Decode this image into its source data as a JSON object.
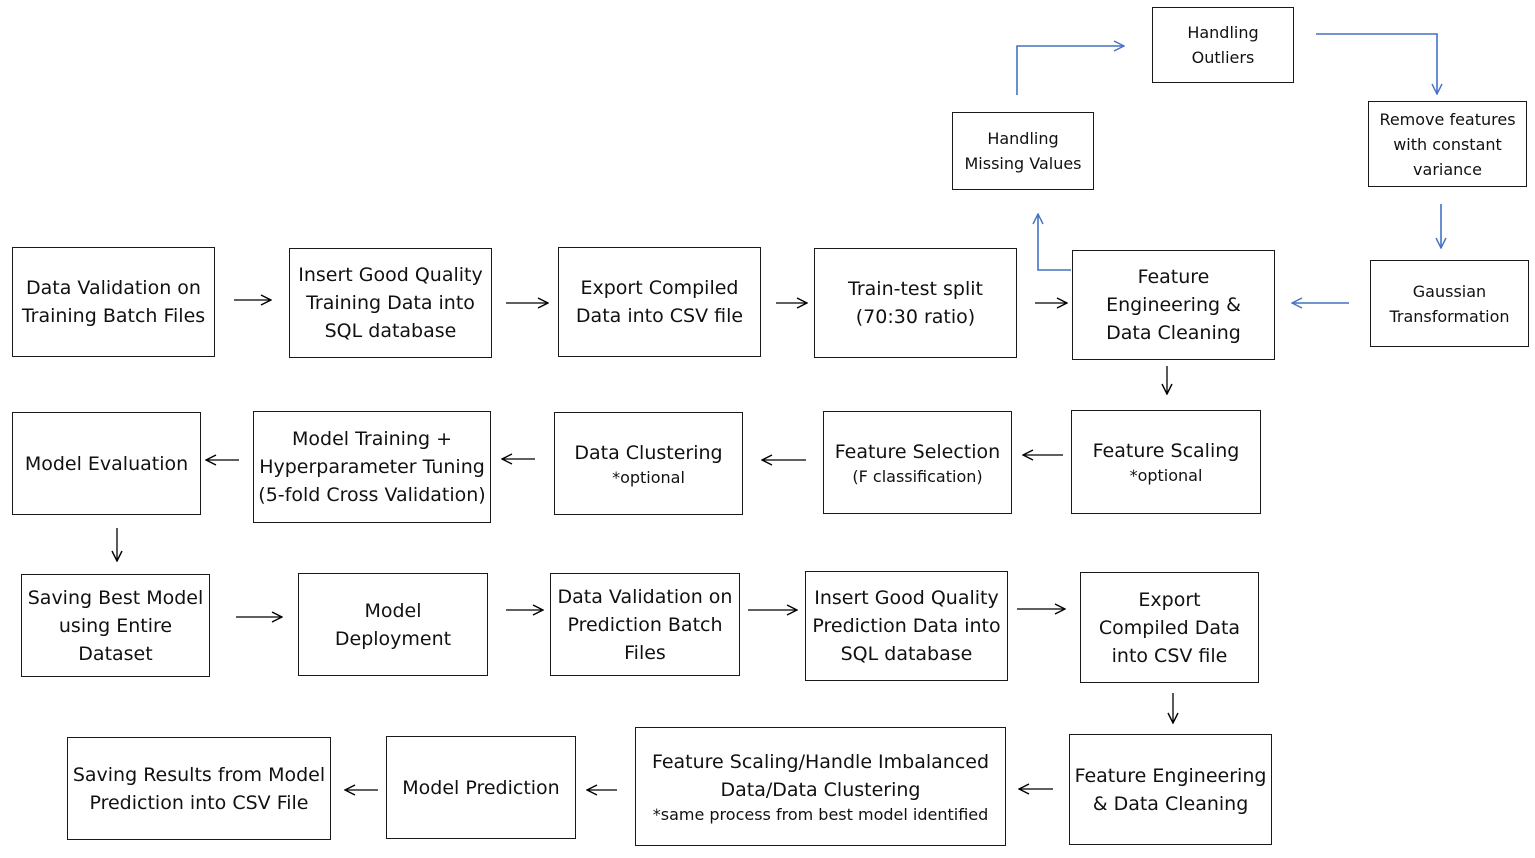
{
  "nodes": [
    {
      "id": "n1",
      "main": "Data Validation on\nTraining Batch Files",
      "sub": ""
    },
    {
      "id": "n2",
      "main": "Insert Good Quality\nTraining Data into\nSQL database",
      "sub": ""
    },
    {
      "id": "n3",
      "main": "Export Compiled\nData into CSV file",
      "sub": ""
    },
    {
      "id": "n4",
      "main": "Train-test split\n(70:30 ratio)",
      "sub": ""
    },
    {
      "id": "n5",
      "main": "Feature\nEngineering &\nData Cleaning",
      "sub": ""
    },
    {
      "id": "n6",
      "main": "Gaussian\nTransformation",
      "sub": ""
    },
    {
      "id": "n7",
      "main": "Handling\nMissing Values",
      "sub": ""
    },
    {
      "id": "n8",
      "main": "Handling\nOutliers",
      "sub": ""
    },
    {
      "id": "n9",
      "main": "Remove features\nwith constant\nvariance",
      "sub": ""
    },
    {
      "id": "n10",
      "main": "Feature Scaling",
      "sub": "*optional"
    },
    {
      "id": "n11",
      "main": "Feature Selection",
      "sub": "(F classification)"
    },
    {
      "id": "n12",
      "main": "Data Clustering",
      "sub": "*optional"
    },
    {
      "id": "n13",
      "main": "Model Training +\nHyperparameter Tuning\n(5-fold Cross Validation)",
      "sub": ""
    },
    {
      "id": "n14",
      "main": "Model Evaluation",
      "sub": ""
    },
    {
      "id": "n15",
      "main": "Saving Best Model\nusing Entire\nDataset",
      "sub": ""
    },
    {
      "id": "n16",
      "main": "Model\nDeployment",
      "sub": ""
    },
    {
      "id": "n17",
      "main": "Data Validation on\nPrediction Batch\nFiles",
      "sub": ""
    },
    {
      "id": "n18",
      "main": "Insert Good Quality\nPrediction Data into\nSQL database",
      "sub": ""
    },
    {
      "id": "n19",
      "main": "Export\nCompiled Data\ninto CSV file",
      "sub": ""
    },
    {
      "id": "n20",
      "main": "Feature Engineering\n& Data Cleaning",
      "sub": ""
    },
    {
      "id": "n21",
      "main": "Feature Scaling/Handle Imbalanced\nData/Data Clustering",
      "sub": "*same process from best model identified"
    },
    {
      "id": "n22",
      "main": "Model Prediction",
      "sub": ""
    },
    {
      "id": "n23",
      "main": "Saving Results from Model\nPrediction into CSV File",
      "sub": ""
    }
  ],
  "edges": [
    {
      "from": "n1",
      "to": "n2"
    },
    {
      "from": "n2",
      "to": "n3"
    },
    {
      "from": "n3",
      "to": "n4"
    },
    {
      "from": "n4",
      "to": "n5"
    },
    {
      "from": "n5",
      "to": "n7",
      "style": "blue"
    },
    {
      "from": "n7",
      "to": "n8",
      "style": "blue"
    },
    {
      "from": "n8",
      "to": "n9",
      "style": "blue"
    },
    {
      "from": "n9",
      "to": "n6",
      "style": "blue"
    },
    {
      "from": "n6",
      "to": "n5",
      "style": "blue"
    },
    {
      "from": "n5",
      "to": "n10"
    },
    {
      "from": "n10",
      "to": "n11"
    },
    {
      "from": "n11",
      "to": "n12"
    },
    {
      "from": "n12",
      "to": "n13"
    },
    {
      "from": "n13",
      "to": "n14"
    },
    {
      "from": "n14",
      "to": "n15"
    },
    {
      "from": "n15",
      "to": "n16"
    },
    {
      "from": "n16",
      "to": "n17"
    },
    {
      "from": "n17",
      "to": "n18"
    },
    {
      "from": "n18",
      "to": "n19"
    },
    {
      "from": "n19",
      "to": "n20"
    },
    {
      "from": "n20",
      "to": "n21"
    },
    {
      "from": "n21",
      "to": "n22"
    },
    {
      "from": "n22",
      "to": "n23"
    }
  ],
  "colors": {
    "box_border": "#1a1a1a",
    "arrow_black": "#000000",
    "arrow_blue": "#4472c4"
  }
}
